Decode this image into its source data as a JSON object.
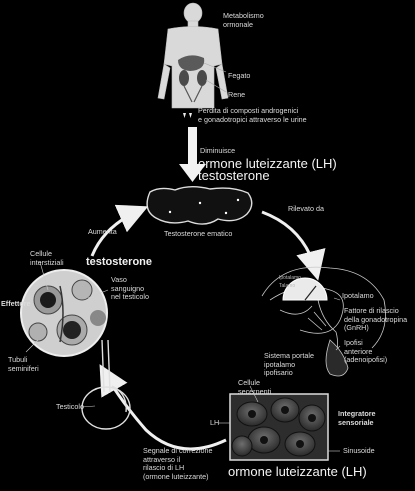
{
  "labels": {
    "metabolismo": "Metabolismo\normonale",
    "fegato": "Fegato",
    "rene": "Rene",
    "perdita": "Perdita di composti androgenici\ne gonadotropici attraverso le urine",
    "diminuisce": "Diminuisce",
    "lh_top": "ormone luteizzante (LH)",
    "testosterone_top": "testosterone",
    "testosterone_ematico": "Testosterone ematico",
    "rilevato_da": "Rilevato da",
    "aumenta": "Aumenta",
    "testosterone_left": "testosterone",
    "cellule_interstiziali": "Cellule\ninterstiziali",
    "vaso_sanguigno": "Vaso\nsanguigno\nnel testicolo",
    "effettore": "Effettore",
    "tubuli_seminiferi": "Tubuli\nseminiferi",
    "ipotalamo": "Ipotalamo",
    "fattore_rilascio": "Fattore di rilascio\ndella gonadotropina\n(GnRH)",
    "ipofisi": "Ipofisi\nanteriore\n(adenoipofisi)",
    "sistema_portale": "Sistema portale\nipotalamo\nipofisario",
    "cellule_secernenti": "Cellule\nsecernenti",
    "integratore": "Integratore\nsensoriale",
    "lh_mid": "LH",
    "sinusoide": "Sinusoide",
    "testicolo": "Testicolo",
    "segnale": "Segnale di correzione\nattraverso il\nrilascio di LH\n(ormone luteizzante)",
    "lh_bottom": "ormone luteizzante (LH)",
    "brain_small_1": "Ipotalamo",
    "brain_small_2": "Talamo"
  },
  "colors": {
    "background": "#000000",
    "foreground": "#e8e8e8",
    "dark_cell": "#222222"
  },
  "icons": {
    "body": "human-torso-icon",
    "arrow": "flow-arrow-icon",
    "testis": "testis-illustration-icon",
    "brain": "brain-illustration-icon"
  }
}
